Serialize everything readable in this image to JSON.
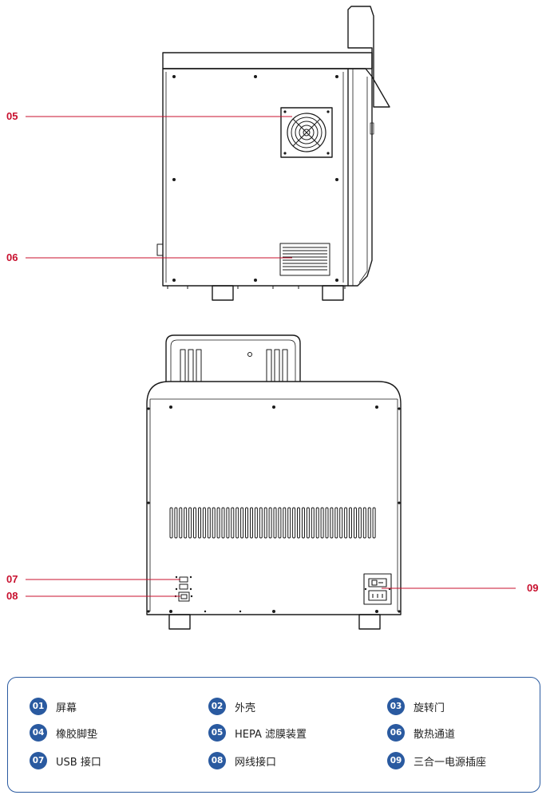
{
  "colors": {
    "accent_red": "#c8102e",
    "accent_blue": "#2a5aa0",
    "line_dark": "#1a1a1a",
    "text": "#222222"
  },
  "callouts": [
    {
      "id": "05",
      "label": "05",
      "side": "left"
    },
    {
      "id": "06",
      "label": "06",
      "side": "left"
    },
    {
      "id": "07",
      "label": "07",
      "side": "left"
    },
    {
      "id": "08",
      "label": "08",
      "side": "left"
    },
    {
      "id": "09",
      "label": "09",
      "side": "right"
    }
  ],
  "legend": {
    "items": [
      {
        "num": "01",
        "label": "屏幕"
      },
      {
        "num": "02",
        "label": "外壳"
      },
      {
        "num": "03",
        "label": "旋转门"
      },
      {
        "num": "04",
        "label": "橡胶脚垫"
      },
      {
        "num": "05",
        "label": "HEPA 滤膜装置"
      },
      {
        "num": "06",
        "label": "散热通道"
      },
      {
        "num": "07",
        "label": "USB 接口"
      },
      {
        "num": "08",
        "label": "网线接口"
      },
      {
        "num": "09",
        "label": "三合一电源插座"
      }
    ]
  }
}
